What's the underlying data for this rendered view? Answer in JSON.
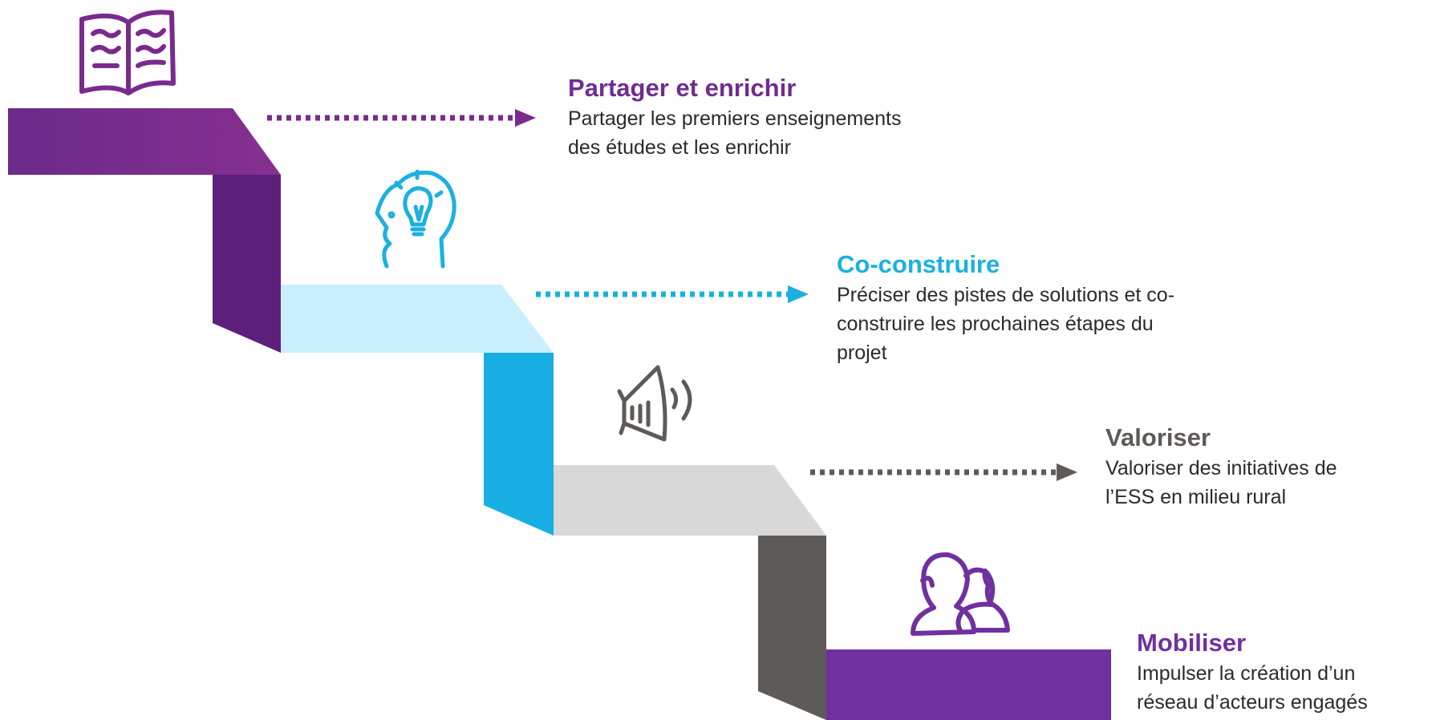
{
  "steps": [
    {
      "title": "Partager et enrichir",
      "description": "Partager les premiers enseignements\ndes études et les enrichir",
      "icon": "open-book-icon",
      "color": "#7a2a8e"
    },
    {
      "title": "Co-construire",
      "description": "Préciser des pistes de solutions et co-\nconstruire les prochaines étapes du\nprojet",
      "icon": "head-lightbulb-icon",
      "color": "#1ab0e1"
    },
    {
      "title": "Valoriser",
      "description": "Valoriser des initiatives de\nl’ESS en milieu rural",
      "icon": "megaphone-icon",
      "color": "#5e5a57"
    },
    {
      "title": "Mobiliser",
      "description": "Impulser la création d’un\nréseau d’acteurs engagés",
      "icon": "people-icon",
      "color": "#7030a0"
    }
  ]
}
